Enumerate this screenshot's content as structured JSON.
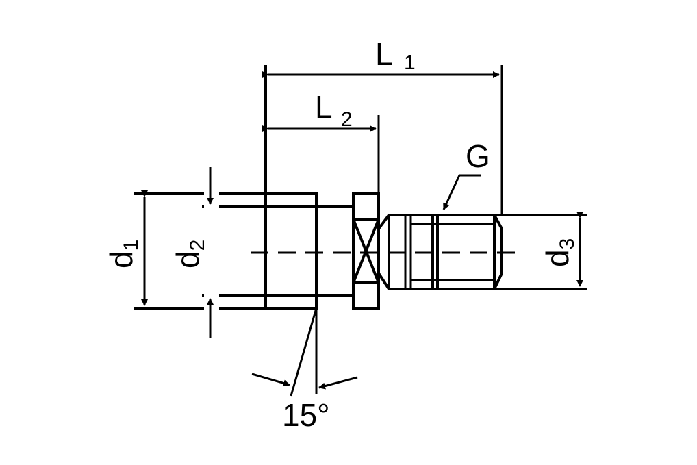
{
  "labels": {
    "l1_main": "L",
    "l1_sub": "1",
    "l2_main": "L",
    "l2_sub": "2",
    "g": "G",
    "d1_main": "d",
    "d1_sub": "1",
    "d2_main": "d",
    "d2_sub": "2",
    "d3_main": "d",
    "d3_sub": "3",
    "angle": "15°"
  }
}
